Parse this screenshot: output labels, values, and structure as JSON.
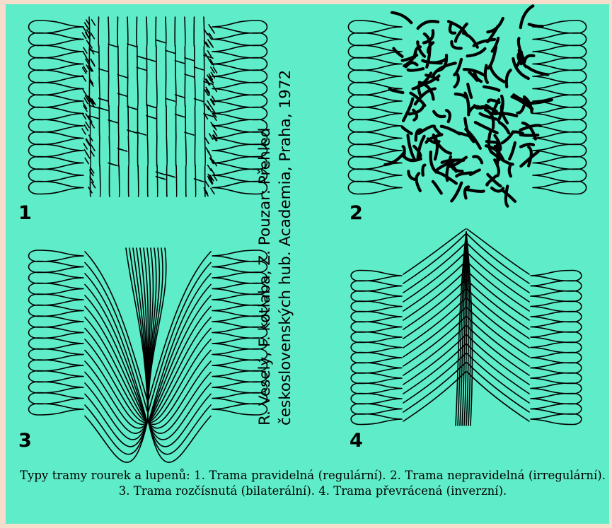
{
  "figure": {
    "panels": [
      {
        "number": "1",
        "trama_type": "regular"
      },
      {
        "number": "2",
        "trama_type": "irregular"
      },
      {
        "number": "3",
        "trama_type": "bilateral"
      },
      {
        "number": "4",
        "trama_type": "inverse"
      }
    ],
    "credit_line_1": "R. Veselý, F. kotlaba, Z. Pouzar: Přehled",
    "credit_line_2": "československých hub. Academia, Praha, 1972",
    "caption": "Typy tramy rourek a lupenů: 1. Trama pravidelná (regulární). 2. Trama nepravidelná (irregulární). 3. Trama rozčísnutá (bilaterální). 4. Trama převrácená (inverzní)."
  },
  "colors": {
    "plate_background": "#5fecc8",
    "page_border": "#f6dccb",
    "ink": "#000000"
  }
}
